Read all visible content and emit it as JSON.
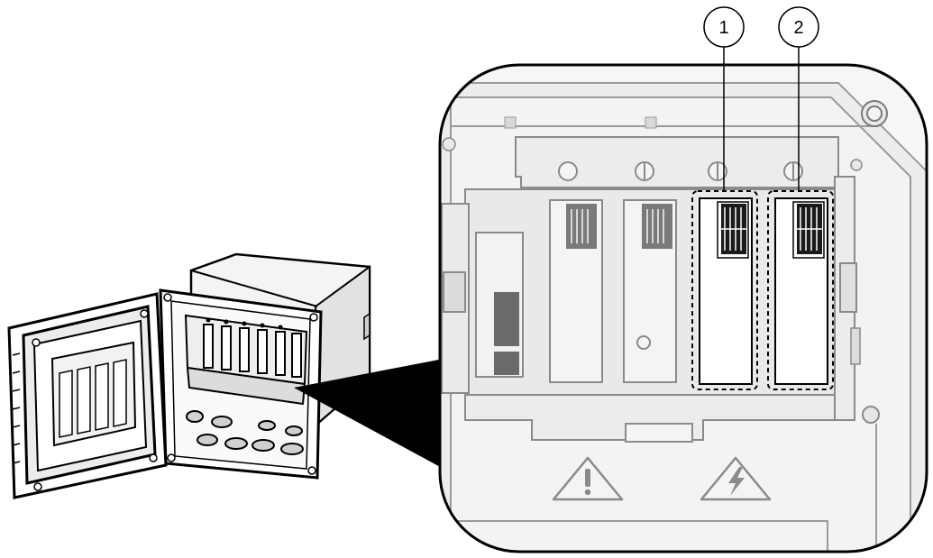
{
  "figure": {
    "callouts": [
      {
        "number": "1",
        "target": "slot-1"
      },
      {
        "number": "2",
        "target": "slot-2"
      }
    ],
    "symbols": [
      "warning-triangle-icon",
      "electrical-hazard-icon"
    ],
    "colors": {
      "line": "#000000",
      "zoom_fill": "#f0f0f0",
      "panel_fill": "#e6e6e6",
      "connector": "#1a1a1a"
    }
  }
}
